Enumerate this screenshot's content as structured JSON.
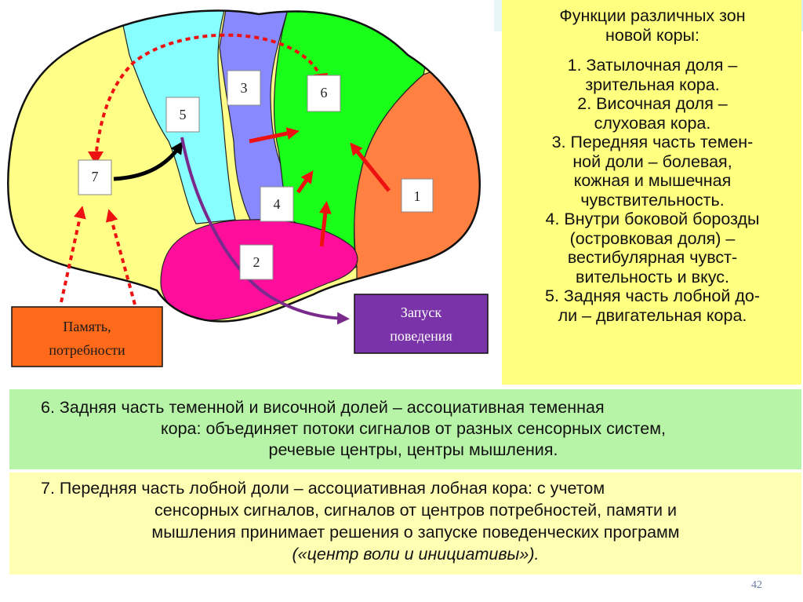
{
  "diagram": {
    "zones": [
      "1",
      "2",
      "3",
      "4",
      "5",
      "6",
      "7"
    ],
    "memory_box": [
      "Память,",
      "потребности"
    ],
    "behavior_box": [
      "Запуск",
      "поведения"
    ]
  },
  "functions_panel": {
    "title_line1": "Функции различных зон",
    "title_line2": "новой коры:",
    "items": [
      [
        "1. Затылочная доля –",
        "зрительная кора."
      ],
      [
        "2. Височная доля –",
        "слуховая кора."
      ],
      [
        "3. Передняя часть темен-",
        "ной доли – болевая,",
        "кожная и мышечная",
        "чувствительность."
      ],
      [
        "4. Внутри боковой борозды",
        "(островковая доля) –",
        "вестибулярная чувст-",
        "вительность и вкус."
      ],
      [
        "5. Задняя часть лобной до-",
        "ли – двигательная кора."
      ]
    ]
  },
  "zone6": {
    "line1": "6. Задняя часть теменной и височной долей – ассоциативная теменная",
    "line2": "кора: объединяет потоки сигналов от разных сенсорных систем,",
    "line3": "речевые центры, центры мышления."
  },
  "zone7": {
    "line1": "7. Передняя часть лобной доли – ассоциативная лобная кора: с учетом",
    "line2": "сенсорных сигналов, сигналов от центров потребностей, памяти и",
    "line3": "мышления принимает решения о запуске поведенческих программ",
    "line4": "(«центр воли и инициативы»)."
  },
  "page_number": "42",
  "colors": {
    "frontal": "#ffff88",
    "motor": "#88ffff",
    "somatosensory": "#8888ff",
    "parietal_assoc": "#1aff1a",
    "occipital": "#ff8040",
    "temporal": "#ff0e9c",
    "arrow_red": "#ee1111",
    "memory_box": "#ff6a1a",
    "behavior_box": "#7a33a8",
    "yellow_panel": "#ffff80",
    "green_panel": "#b8f4a8",
    "pale_panel": "#ffffb4"
  }
}
